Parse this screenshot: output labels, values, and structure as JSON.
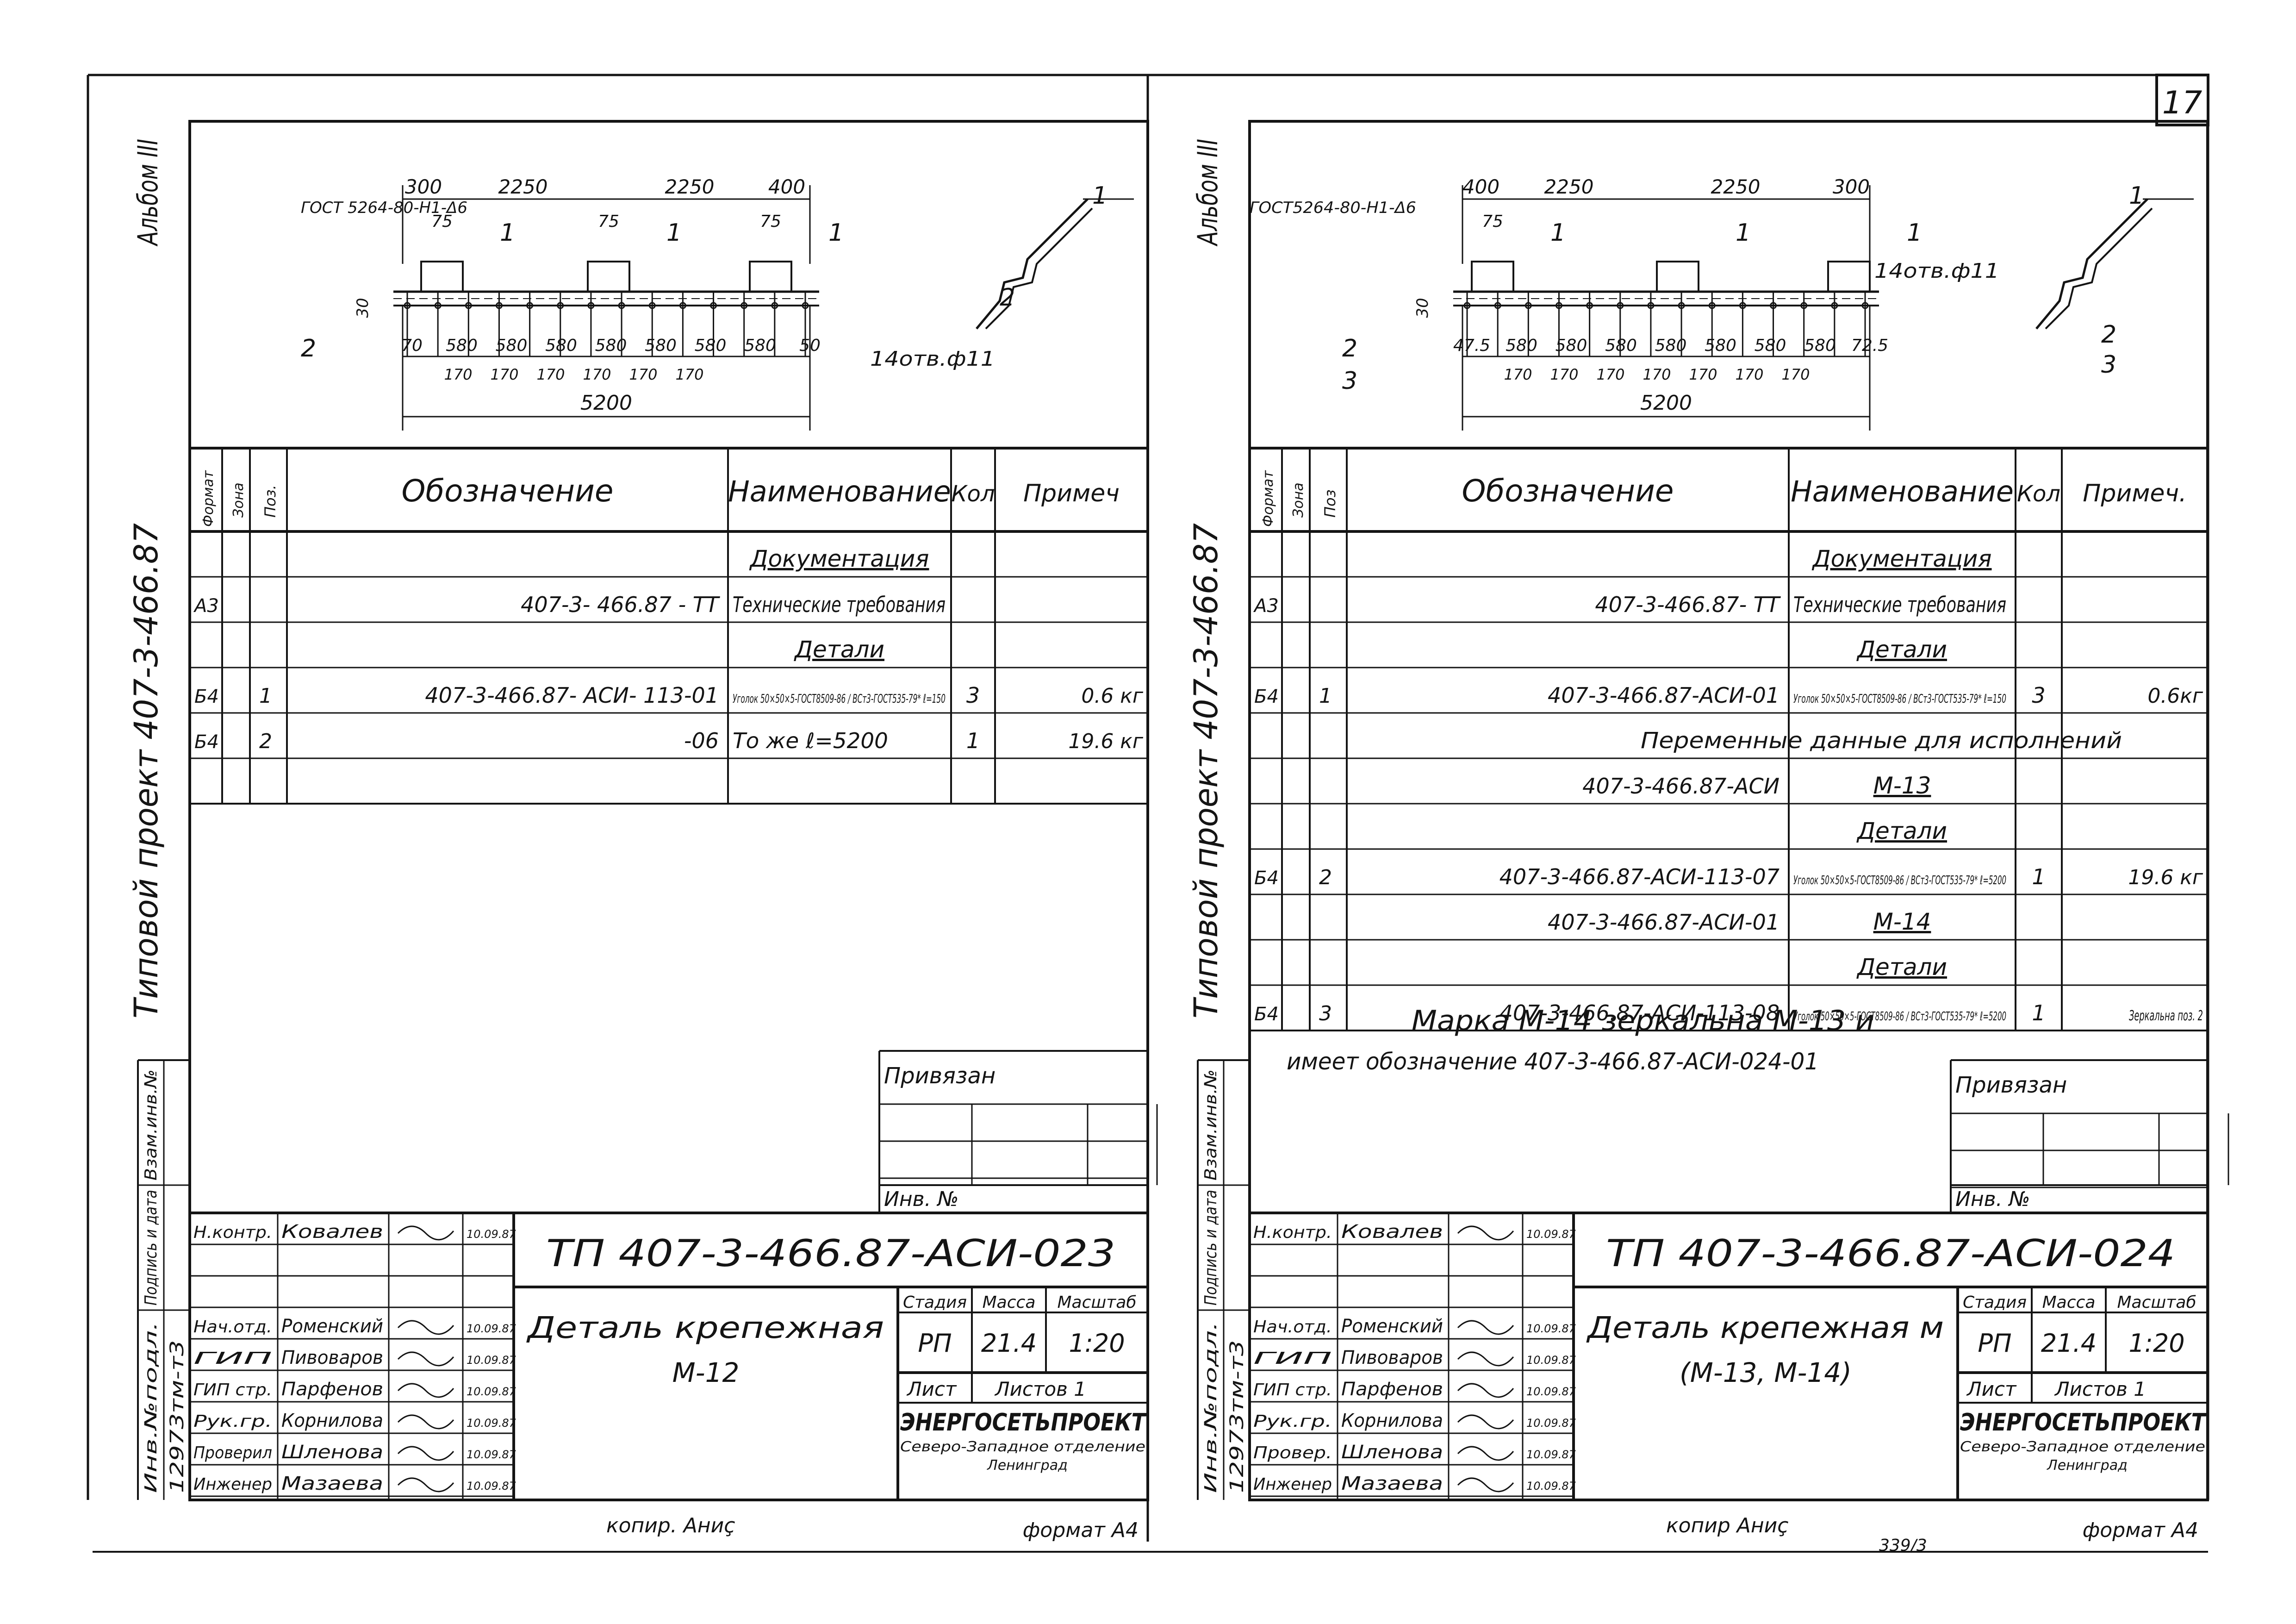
{
  "page_number": "17",
  "vertical": {
    "album": "Альбом III",
    "project": "Типовой проект 407-3-466.87",
    "vzam": "Взам.инв.№",
    "podpis": "Подпись и дата",
    "inv": "Инв.№подл.",
    "inv_num": "12973тм-т3"
  },
  "left": {
    "drawing": {
      "gost": "ГОСТ 5264-80-Н1-Δ6",
      "top_dims": [
        "300",
        "2250",
        "2250",
        "400"
      ],
      "top_small": [
        "75",
        "75",
        "75"
      ],
      "h_dim": "30",
      "bottom_dims": [
        "70",
        "580",
        "580",
        "580",
        "580",
        "580",
        "580",
        "580",
        "50"
      ],
      "sub_dims": [
        "170",
        "170",
        "170",
        "170",
        "170",
        "170"
      ],
      "total": "5200",
      "holes": "14отв.ф11",
      "callouts": [
        "1",
        "1",
        "1",
        "1",
        "2",
        "2"
      ]
    },
    "spec": {
      "headers": [
        "Формат",
        "Зона",
        "Поз.",
        "Обозначение",
        "Наименование",
        "Кол",
        "Примеч"
      ],
      "rows": [
        {
          "fmt": "",
          "pos": "",
          "des": "",
          "name": "Документация",
          "qty": "",
          "note": "",
          "section": true
        },
        {
          "fmt": "А3",
          "pos": "",
          "des": "407-3- 466.87 - ТТ",
          "name": "Технические требования",
          "qty": "",
          "note": ""
        },
        {
          "fmt": "",
          "pos": "",
          "des": "",
          "name": "Детали",
          "qty": "",
          "note": "",
          "section": true
        },
        {
          "fmt": "Б4",
          "pos": "1",
          "des": "407-3-466.87- АСИ- 113-01",
          "name": "Уголок 50×50×5-ГОСТ8509-86 / ВСт3-ГОСТ535-79* ℓ=150",
          "qty": "3",
          "note": "0.6 кг"
        },
        {
          "fmt": "Б4",
          "pos": "2",
          "des": "-06",
          "name": "То же   ℓ=5200",
          "qty": "1",
          "note": "19.6 кг"
        },
        {
          "fmt": "",
          "pos": "",
          "des": "",
          "name": "",
          "qty": "",
          "note": ""
        }
      ]
    },
    "privyazan": "Привязан",
    "inv_no": "Инв. №",
    "stamp": {
      "code": "ТП   407-3-466.87-АСИ-023",
      "title": "Деталь крепежная",
      "subtitle": "М-12",
      "stadiya_label": "Стадия",
      "massa_label": "Масса",
      "masshtab_label": "Масштаб",
      "stadiya": "РП",
      "massa": "21.4",
      "masshtab": "1:20",
      "list": "Лист",
      "listov": "Листов 1",
      "org": "ЭНЕРГОСЕТЬПРОЕКТ",
      "org_sub": "Северо-Западное отделение",
      "city": "Ленинград",
      "people": [
        {
          "role": "Н.контр.",
          "name": "Ковалев",
          "date": "10.09.87"
        },
        {
          "role": "",
          "name": "",
          "date": ""
        },
        {
          "role": "",
          "name": "",
          "date": ""
        },
        {
          "role": "Нач.отд.",
          "name": "Роменский",
          "date": "10.09.87"
        },
        {
          "role": "ГИП",
          "name": "Пивоваров",
          "date": "10.09.87"
        },
        {
          "role": "ГИП стр.",
          "name": "Парфенов",
          "date": "10.09.87"
        },
        {
          "role": "Рук.гр.",
          "name": "Корнилова",
          "date": "10.09.87"
        },
        {
          "role": "Проверил",
          "name": "Шленова",
          "date": "10.09.87"
        },
        {
          "role": "Инженер",
          "name": "Мазаева",
          "date": "10.09.87"
        }
      ]
    },
    "footer": {
      "kopir": "копир.   Аниҫ",
      "format": "формат А4"
    }
  },
  "right": {
    "drawing": {
      "gost": "ГОСТ5264-80-Н1-Δ6",
      "top_dims": [
        "400",
        "2250",
        "2250",
        "300"
      ],
      "top_small": [
        "75"
      ],
      "h_dim": "30",
      "bottom_dims": [
        "47.5",
        "580",
        "580",
        "580",
        "580",
        "580",
        "580",
        "580",
        "72.5"
      ],
      "sub_dims": [
        "170",
        "170",
        "170",
        "170",
        "170",
        "170",
        "170"
      ],
      "total": "5200",
      "holes": "14отв.ф11",
      "callouts": [
        "1",
        "1",
        "1",
        "1",
        "2",
        "3",
        "2",
        "3"
      ]
    },
    "spec": {
      "headers": [
        "Формат",
        "Зона",
        "Поз",
        "Обозначение",
        "Наименование",
        "Кол",
        "Примеч."
      ],
      "rows": [
        {
          "fmt": "",
          "pos": "",
          "des": "",
          "name": "Документация",
          "qty": "",
          "note": "",
          "section": true
        },
        {
          "fmt": "А3",
          "pos": "",
          "des": "407-3-466.87- ТТ",
          "name": "Технические требования",
          "qty": "",
          "note": ""
        },
        {
          "fmt": "",
          "pos": "",
          "des": "",
          "name": "Детали",
          "qty": "",
          "note": "",
          "section": true
        },
        {
          "fmt": "Б4",
          "pos": "1",
          "des": "407-3-466.87-АСИ-01",
          "name": "Уголок 50×50×5-ГОСТ8509-86 / ВСт3-ГОСТ535-79* ℓ=150",
          "qty": "3",
          "note": "0.6кг"
        },
        {
          "fmt": "",
          "pos": "",
          "des": "",
          "name": "Переменные данные для исполнений",
          "qty": "",
          "note": "",
          "span": true
        },
        {
          "fmt": "",
          "pos": "",
          "des": "407-3-466.87-АСИ",
          "name": "М-13",
          "qty": "",
          "note": "",
          "section": true
        },
        {
          "fmt": "",
          "pos": "",
          "des": "",
          "name": "Детали",
          "qty": "",
          "note": "",
          "section": true
        },
        {
          "fmt": "Б4",
          "pos": "2",
          "des": "407-3-466.87-АСИ-113-07",
          "name": "Уголок 50×50×5-ГОСТ8509-86 / ВСт3-ГОСТ535-79* ℓ=5200",
          "qty": "1",
          "note": "19.6 кг"
        },
        {
          "fmt": "",
          "pos": "",
          "des": "407-3-466.87-АСИ-01",
          "name": "М-14",
          "qty": "",
          "note": "",
          "section": true
        },
        {
          "fmt": "",
          "pos": "",
          "des": "",
          "name": "Детали",
          "qty": "",
          "note": "",
          "section": true
        },
        {
          "fmt": "Б4",
          "pos": "3",
          "des": "407-3-466.87-АСИ-113-08",
          "name": "Уголок 50×50×5-ГОСТ8509-86 / ВСт3-ГОСТ535-79* ℓ=5200",
          "qty": "1",
          "note": "Зеркальна поз. 2"
        }
      ]
    },
    "note_line1": "Марка  М-14  зеркальна  М-13 и",
    "note_line2": "имеет обозначение 407-3-466.87-АСИ-024-01",
    "privyazan": "Привязан",
    "inv_no": "Инв. №",
    "stamp": {
      "code": "ТП   407-3-466.87-АСИ-024",
      "title": "Деталь крепежная м",
      "subtitle": "(М-13, М-14)",
      "stadiya_label": "Стадия",
      "massa_label": "Масса",
      "masshtab_label": "Масштаб",
      "stadiya": "РП",
      "massa": "21.4",
      "masshtab": "1:20",
      "list": "Лист",
      "listov": "Листов 1",
      "org": "ЭНЕРГОСЕТЬПРОЕКТ",
      "org_sub": "Северо-Западное отделение",
      "city": "Ленинград",
      "people": [
        {
          "role": "Н.контр.",
          "name": "Ковалев",
          "date": "10.09.87"
        },
        {
          "role": "",
          "name": "",
          "date": ""
        },
        {
          "role": "",
          "name": "",
          "date": ""
        },
        {
          "role": "Нач.отд.",
          "name": "Роменский",
          "date": "10.09.87"
        },
        {
          "role": "ГИП",
          "name": "Пивоваров",
          "date": "10.09.87"
        },
        {
          "role": "ГИП стр.",
          "name": "Парфенов",
          "date": "10.09.87"
        },
        {
          "role": "Рук.гр.",
          "name": "Корнилова",
          "date": "10.09.87"
        },
        {
          "role": "Провер.",
          "name": "Шленова",
          "date": "10.09.87"
        },
        {
          "role": "Инженер",
          "name": "Мазаева",
          "date": "10.09.87"
        }
      ]
    },
    "footer": {
      "kopir": "копир   Аниҫ",
      "format": "формат А4",
      "stamp_no": "339/3"
    }
  }
}
